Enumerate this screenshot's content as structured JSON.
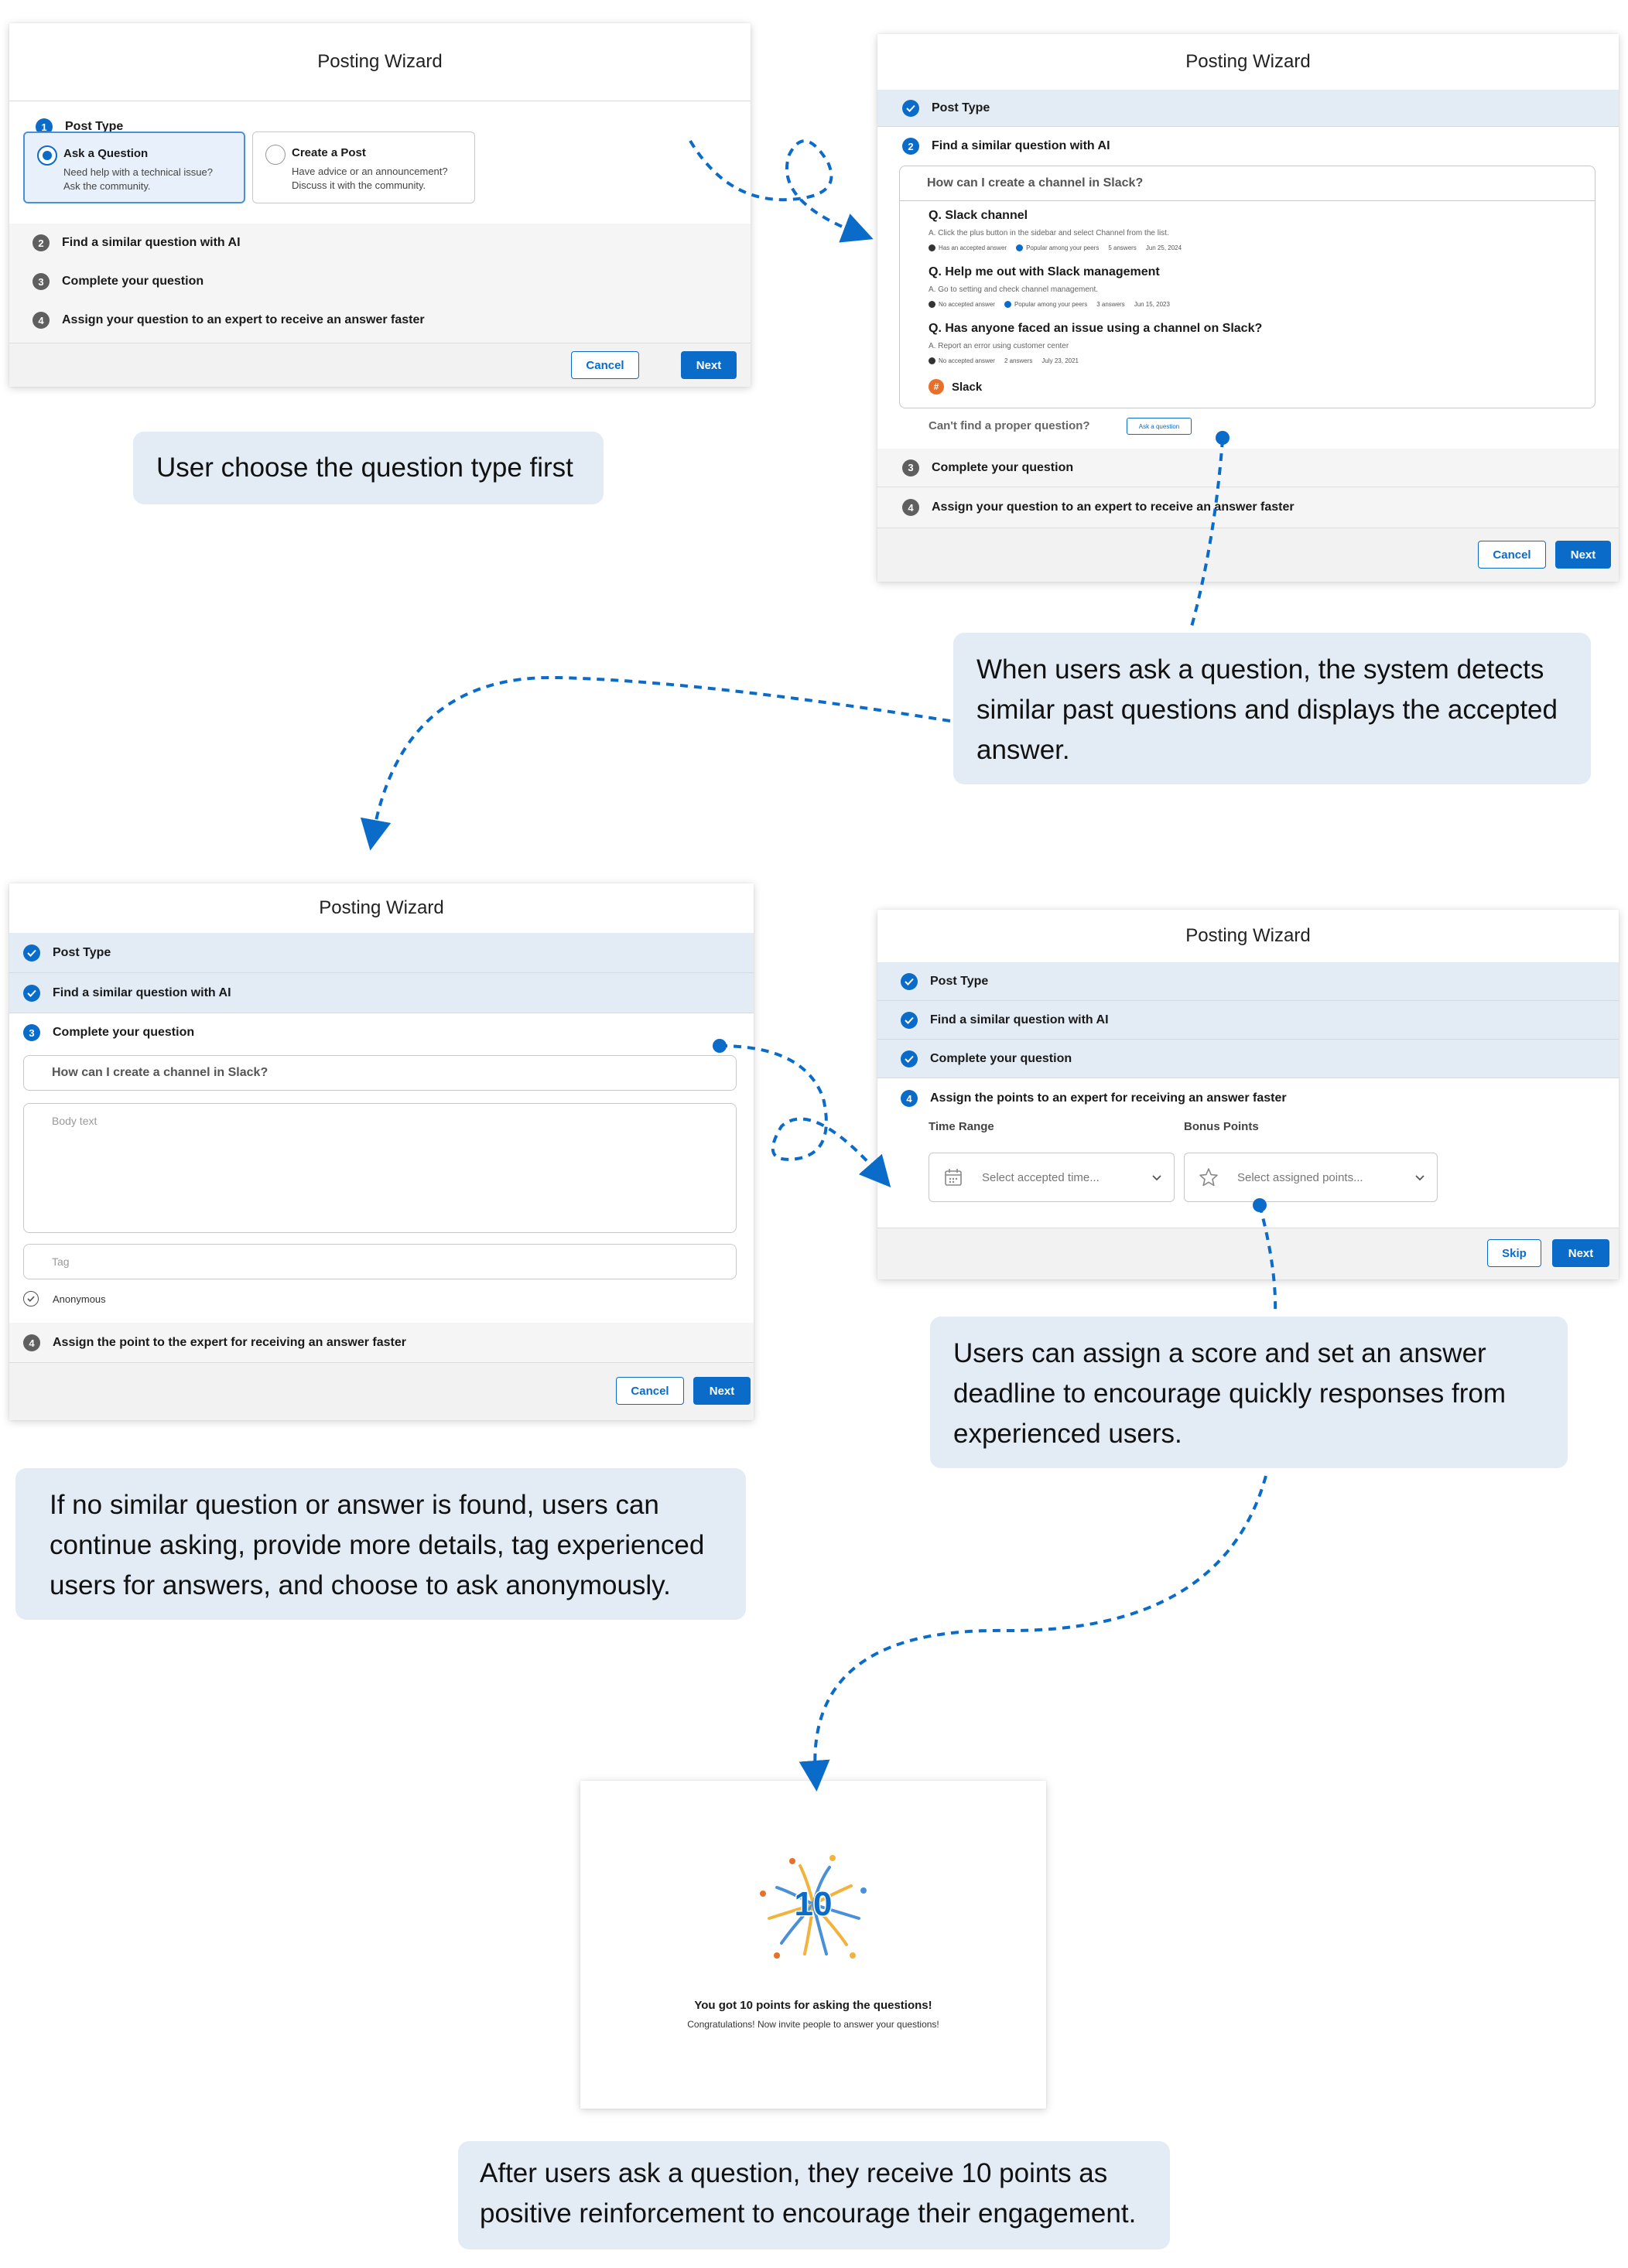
{
  "panel1": {
    "title": "Posting Wizard",
    "step1": "Post Type",
    "option_question": {
      "title": "Ask a Question",
      "desc1": "Need help with a technical issue?",
      "desc2": "Ask the community."
    },
    "option_post": {
      "title": "Create a Post",
      "desc1": "Have advice or an announcement?",
      "desc2": "Discuss it with the community."
    },
    "step2": "Find a similar question with AI",
    "step3": "Complete your question",
    "step4": "Assign your question to an expert to receive an answer faster",
    "cancel": "Cancel",
    "next": "Next"
  },
  "panel2": {
    "title": "Posting Wizard",
    "step1": "Post Type",
    "step2": "Find a similar question with AI",
    "query": "How can I create a channel in Slack?",
    "results": [
      {
        "q": "Q. Slack channel",
        "a": "A. Click the plus button in the sidebar and select Channel from the list.",
        "m1": "Has an accepted answer",
        "m2": "Popular among your peers",
        "m3": "5 answers",
        "m4": "Jun 25, 2024"
      },
      {
        "q": "Q. Help me out with Slack management",
        "a": "A. Go to setting and check channel management.",
        "m1": "No accepted answer",
        "m2": "Popular among your peers",
        "m3": "3 answers",
        "m4": "Jun 15, 2023"
      },
      {
        "q": "Q. Has anyone faced an issue using a channel on Slack?",
        "a": "A. Report an error using customer center",
        "m1": "No accepted answer",
        "m2": "",
        "m3": "2 answers",
        "m4": "July 23, 2021"
      }
    ],
    "tag": "Slack",
    "cant_find": "Can't find a proper question?",
    "ask_button": "Ask a question",
    "step3": "Complete your question",
    "step4": "Assign your question to an expert to receive an answer faster",
    "cancel": "Cancel",
    "next": "Next"
  },
  "panel3": {
    "title": "Posting Wizard",
    "step1": "Post Type",
    "step2": "Find a similar question with AI",
    "step3": "Complete your question",
    "title_value": "How can I create a channel in Slack?",
    "body_placeholder": "Body text",
    "tag_placeholder": "Tag",
    "anonymous": "Anonymous",
    "step4": "Assign the point to the expert for receiving an answer faster",
    "cancel": "Cancel",
    "next": "Next"
  },
  "panel4": {
    "title": "Posting Wizard",
    "step1": "Post Type",
    "step2": "Find a similar question with AI",
    "step3": "Complete your question",
    "step4": "Assign the points to an expert for receiving an answer faster",
    "time_label": "Time Range",
    "points_label": "Bonus Points",
    "time_placeholder": "Select accepted time...",
    "points_placeholder": "Select assigned points...",
    "skip": "Skip",
    "next": "Next"
  },
  "panel5": {
    "badge": "10",
    "headline": "You got 10 points for asking the questions!",
    "sub": "Congratulations! Now invite people to answer your questions!"
  },
  "callouts": {
    "c1": "User choose the question type first",
    "c2": "When users ask a question, the system detects similar past questions and displays the accepted answer.",
    "c3": "If no similar question or answer is found, users can continue asking, provide more details, tag experienced users for answers, and choose to ask anonymously.",
    "c4": "Users can assign a score and set an answer deadline to encourage quickly responses from experienced users.",
    "c5": "After users ask a question, they receive 10 points as positive reinforcement to encourage their engagement."
  },
  "colors": {
    "accent": "#0a6cc8",
    "done_row": "#e3ecf5",
    "callout_bg": "#e3ecf5",
    "slack_orange": "#e8702a"
  }
}
